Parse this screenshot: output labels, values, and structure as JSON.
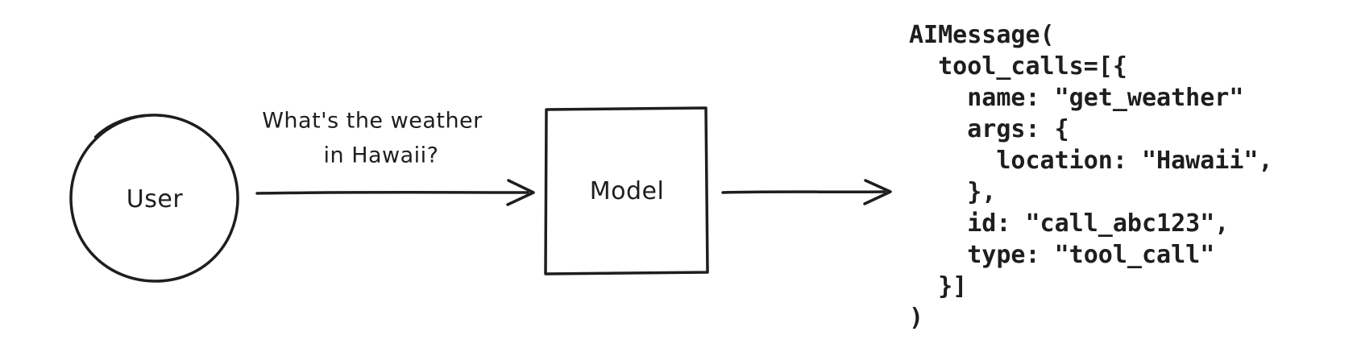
{
  "diagram": {
    "user_node": {
      "label": "User"
    },
    "model_node": {
      "label": "Model"
    },
    "request_message": {
      "line1": "What's the weather",
      "line2": "in Hawaii?"
    },
    "output_code": {
      "lines": [
        "AIMessage(",
        "  tool_calls=[{",
        "    name: \"get_weather\"",
        "    args: {",
        "      location: \"Hawaii\",",
        "    },",
        "    id: \"call_abc123\",",
        "    type: \"tool_call\"",
        "  }]",
        ")"
      ]
    },
    "colors": {
      "stroke": "#1e1e1e",
      "background": "#ffffff"
    }
  }
}
